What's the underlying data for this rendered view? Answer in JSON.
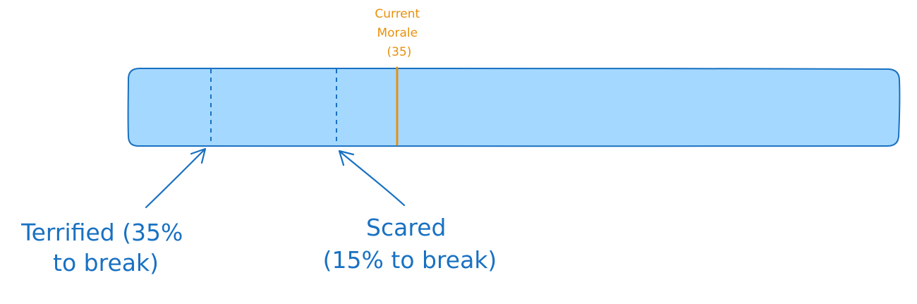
{
  "morale_marker": {
    "label_line1": "Current",
    "label_line2": "Morale",
    "label_line3": "(35)",
    "color": "#e8900c"
  },
  "thresholds": [
    {
      "label_line1": "Terrified (35%",
      "label_line2": "to break)"
    },
    {
      "label_line1": "Scared",
      "label_line2": "(15% to break)"
    }
  ],
  "colors": {
    "bar_fill": "#a5d8ff",
    "stroke": "#1971c2",
    "text": "#1971c2"
  }
}
